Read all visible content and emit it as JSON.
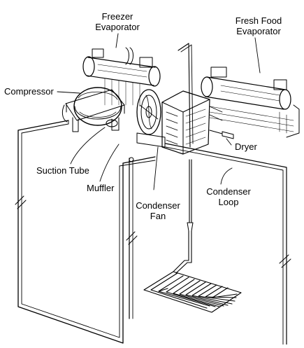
{
  "labels": {
    "freezer_evaporator": [
      "Freezer",
      "Evaporator"
    ],
    "fresh_food_evaporator": [
      "Fresh Food",
      "Evaporator"
    ],
    "compressor": "Compressor",
    "dryer": "Dryer",
    "suction_tube": "Suction Tube",
    "muffler": "Muffler",
    "condenser_loop": [
      "Condenser",
      "Loop"
    ],
    "condenser_fan": [
      "Condenser",
      "Fan"
    ]
  }
}
